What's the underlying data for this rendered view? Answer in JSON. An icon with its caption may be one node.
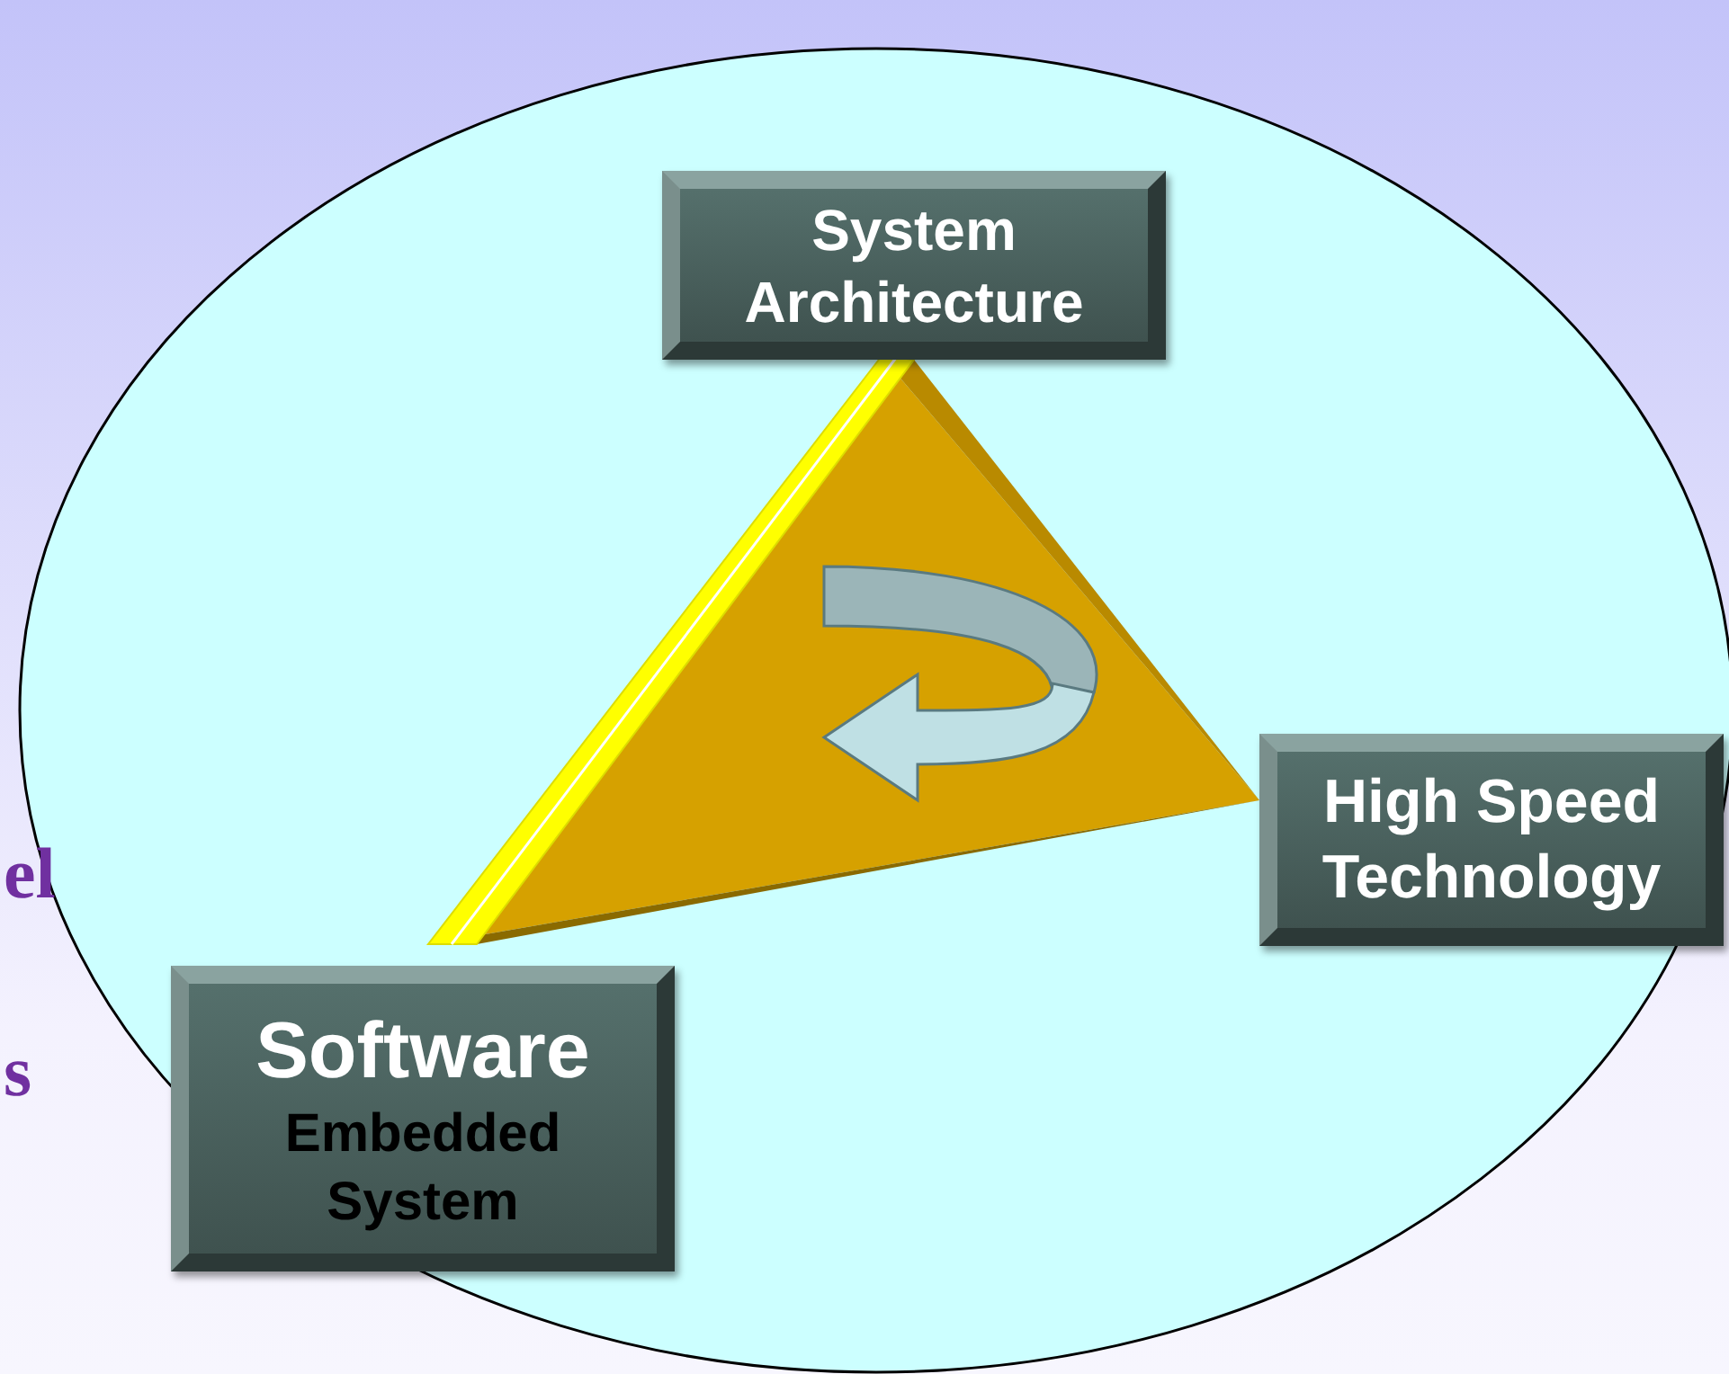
{
  "diagram": {
    "nodes": [
      {
        "text": [
          "System Architecture"
        ]
      },
      {
        "text": [
          "High Speed Technology"
        ]
      },
      {
        "text": [
          "Software",
          "Embedded System"
        ]
      }
    ],
    "labels": [
      "el",
      "s"
    ]
  }
}
